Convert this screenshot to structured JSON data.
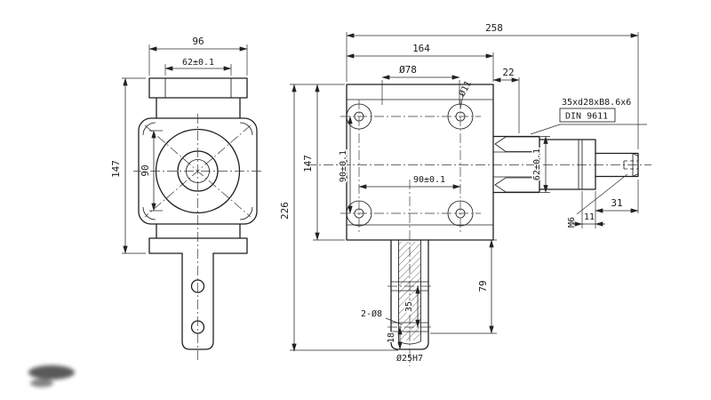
{
  "colors": {
    "line": "#1f1f1f",
    "background": "#ffffff"
  },
  "labels": {
    "front_width": "96",
    "front_width_inner": "62±0.1",
    "front_height": "147",
    "front_height_inner": "90",
    "side_total_length": "258",
    "side_body_length": "164",
    "bolt_circle": "Ø78",
    "spline_offset": "22",
    "bolt_hole": "Ø11",
    "side_height": "147",
    "bolt_spacing_v": "90±0.1",
    "bolt_spacing_h": "90±0.1",
    "total_height": "226",
    "spline_dia": "62±0.1",
    "spline_spec": "35xd28xB8.6x6",
    "spline_standard": "DIN 9611",
    "thread": "M6",
    "thread_depth": "11",
    "shaft_end_length": "31",
    "lower_shaft_length": "79",
    "hole_spacing": "35",
    "hole_end_offset": "18",
    "cross_holes": "2-Ø8",
    "bore": "Ø25H7"
  }
}
